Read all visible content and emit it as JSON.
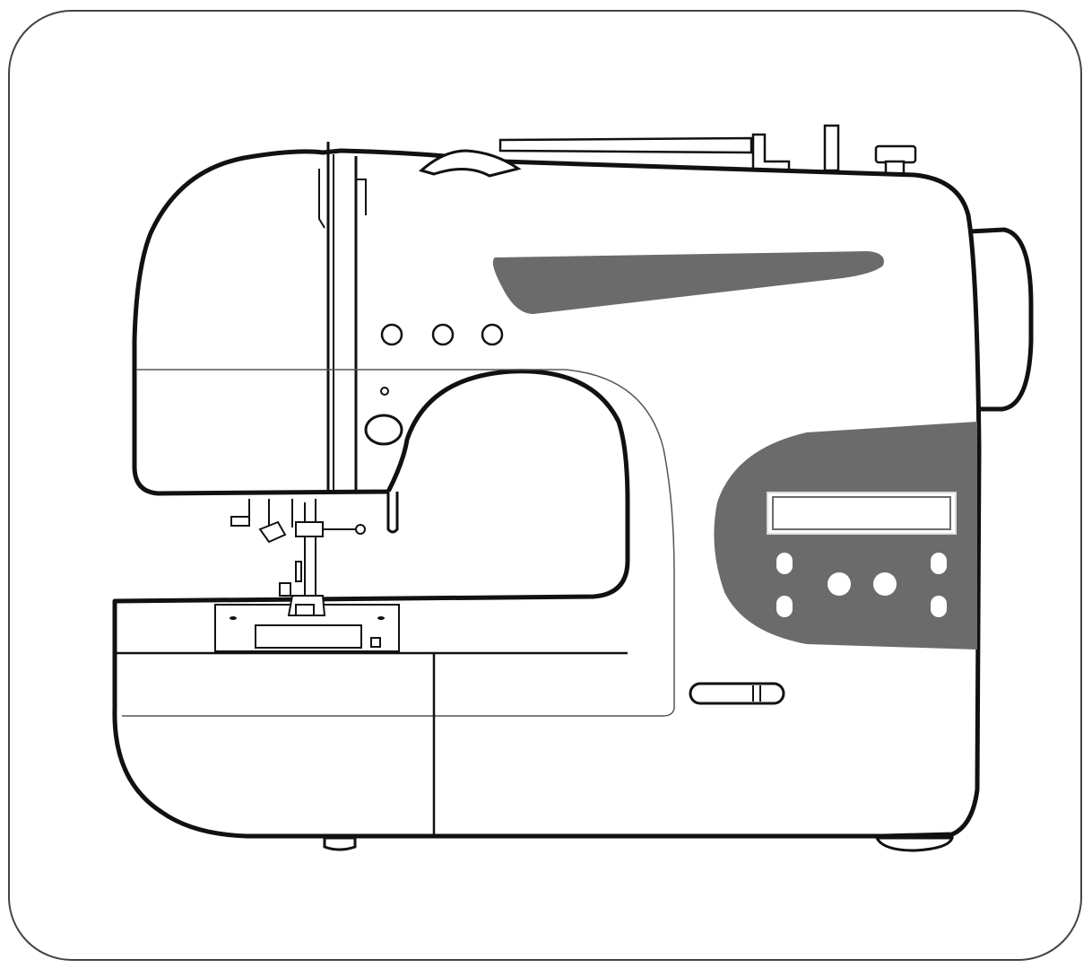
{
  "colors": {
    "background": "#ffffff",
    "outline": "#111111",
    "panel": "#6b6b6b",
    "frame": "#444444"
  },
  "icons": [
    "sewing-machine-illustration",
    "handwheel",
    "lcd-display",
    "stitch-selector-buttons",
    "speed-slider",
    "presser-foot",
    "needle-plate",
    "spool-pins"
  ]
}
